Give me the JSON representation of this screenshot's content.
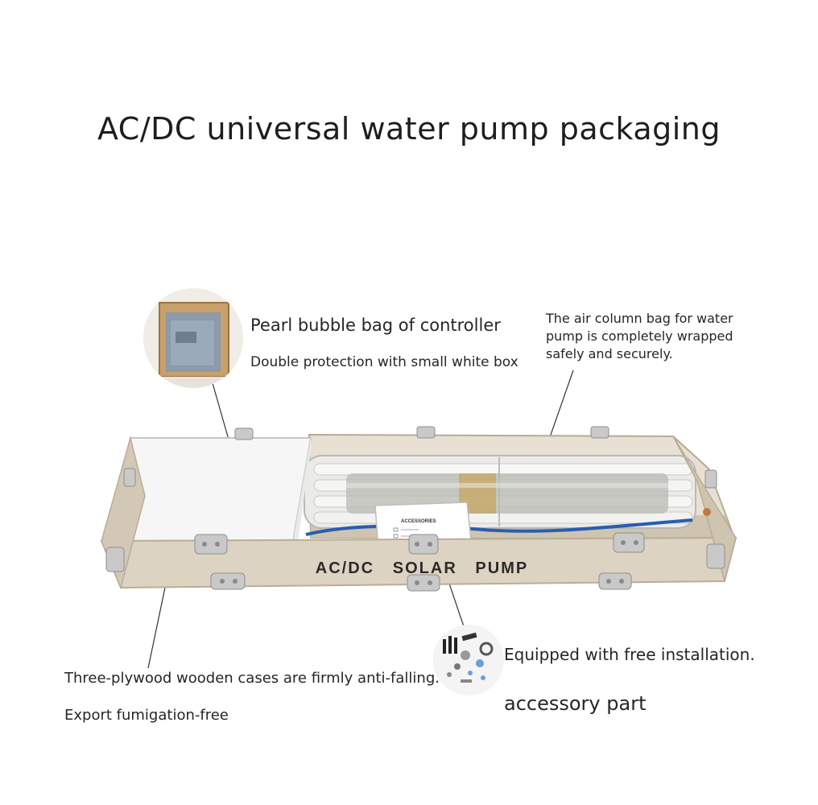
{
  "title": "AC/DC universal water pump packaging",
  "box_label": "AC/DC   SOLAR   PUMP",
  "accessories_card": {
    "heading": "ACCESSORIES"
  },
  "callouts": {
    "controller": {
      "line1": "Pearl bubble bag of controller",
      "line2": "Double protection with small white box"
    },
    "air_column": {
      "line1": "The air column bag for water",
      "line2": "pump is completely wrapped",
      "line3": "safely and securely."
    },
    "wooden_case": {
      "line1": "Three-plywood wooden cases are firmly anti-falling.",
      "line2": "Export fumigation-free"
    },
    "accessory": {
      "line1": "Equipped with free installation.",
      "line2": "accessory part"
    }
  },
  "colors": {
    "wood": "#ddd3c2",
    "wood_dark": "#b9ad97",
    "metal": "#c9c9c9",
    "blue_cable": "#2a5db0"
  }
}
